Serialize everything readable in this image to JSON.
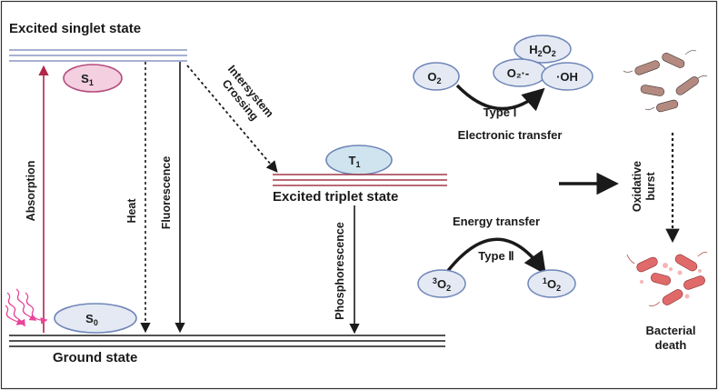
{
  "states": {
    "singlet_title": "Excited singlet state",
    "triplet_title": "Excited triplet state",
    "ground_title": "Ground state",
    "s1": "S",
    "s1_sub": "1",
    "s0": "S",
    "s0_sub": "0",
    "t1": "T",
    "t1_sub": "1"
  },
  "transitions": {
    "absorption": "Absorption",
    "heat": "Heat",
    "fluorescence": "Fluorescence",
    "isc_line1": "Intersystem",
    "isc_line2": "Crossing",
    "phosphorescence": "Phosphorescence"
  },
  "type1": {
    "o2": "O",
    "o2_sub": "2",
    "h2o2_a": "H",
    "h2o2_b": "2",
    "h2o2_c": "O",
    "h2o2_d": "2",
    "superoxide": "O₂·-",
    "hydroxyl": "·OH",
    "label": "Type Ⅰ",
    "caption": "Electronic transfer"
  },
  "type2": {
    "caption": "Energy transfer",
    "label": "Type Ⅱ",
    "triplet_o2_sup": "3",
    "triplet_o2": "O",
    "triplet_o2_sub": "2",
    "singlet_o2_sup": "1",
    "singlet_o2": "O",
    "singlet_o2_sub": "2"
  },
  "outcome": {
    "burst_line1": "Oxidative",
    "burst_line2": "burst",
    "death_line1": "Bacterial",
    "death_line2": "death"
  },
  "colors": {
    "absorption_arrow": "#b0274a",
    "photon_wave": "#e8449a",
    "s1_fill": "#f3cfe0",
    "s1_stroke": "#b54d7d",
    "oval_fill": "#e4e9f3",
    "oval_stroke": "#6f86b8",
    "t1_fill": "#cfe4ef",
    "singlet_lines": "#8a95c4",
    "triplet_lines": "#a03a4a",
    "bacteria_healthy": "#b48a80",
    "bacteria_dead": "#e06a6a"
  }
}
